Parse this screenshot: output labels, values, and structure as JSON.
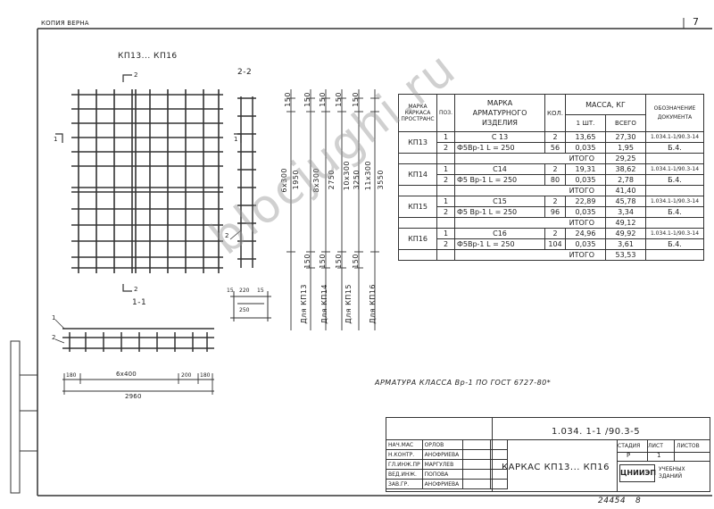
{
  "header": {
    "copy_label": "КОПИЯ ВЕРНА",
    "sheet_number": "7"
  },
  "plan": {
    "title": "КП13... КП16",
    "section_mark_2": "2",
    "section_mark_1": "1"
  },
  "section_11": {
    "title": "1-1",
    "dims": [
      "180",
      "6x400",
      "200",
      "180"
    ],
    "total": "2960",
    "pos1": "1",
    "pos2": "2"
  },
  "section_22": {
    "title": "2-2",
    "pos2": "2",
    "dims_top": [
      "15",
      "220",
      "15"
    ],
    "dim_250": "250"
  },
  "elevation_dims": {
    "top_marks": [
      "150",
      "150",
      "150",
      "150",
      "150"
    ],
    "labels": [
      "6x300",
      "1950",
      "8x300",
      "2750",
      "10x300",
      "3250",
      "11x300",
      "3550"
    ],
    "bottom_marks": [
      "150",
      "150",
      "150",
      "150"
    ],
    "kp_labels": [
      "Для КП13",
      "Для КП14",
      "Для КП15",
      "Для КП16"
    ]
  },
  "spec_table": {
    "headers": {
      "col1": [
        "МАРКА",
        "КАРКАСА",
        "ПРОСТРАНС"
      ],
      "col2": "ПОЗ.",
      "col3": [
        "МАРКА",
        "АРМАТУРНОГО",
        "ИЗДЕЛИЯ"
      ],
      "col4": "КОЛ.",
      "col5": "МАССА, КГ",
      "col5a": "1 ШТ.",
      "col5b": "ВСЕГО",
      "col6": [
        "ОБОЗНАЧЕНИЕ",
        "ДОКУМЕНТА"
      ]
    },
    "groups": [
      {
        "mark": "КП13",
        "rows": [
          {
            "pos": "1",
            "item": "С 13",
            "qty": "2",
            "unit": "13,65",
            "total": "27,30",
            "doc": "1.034.1-1/90.3-14"
          },
          {
            "pos": "2",
            "item": "Ф5Вр-1   L = 250",
            "qty": "56",
            "unit": "0,035",
            "total": "1,95",
            "doc": "Б.4."
          }
        ],
        "itogo_label": "ИТОГО",
        "itogo": "29,25"
      },
      {
        "mark": "КП14",
        "rows": [
          {
            "pos": "1",
            "item": "С14",
            "qty": "2",
            "unit": "19,31",
            "total": "38,62",
            "doc": "1.034.1-1/90.3-14"
          },
          {
            "pos": "2",
            "item": "Ф5 Вр-1   L = 250",
            "qty": "80",
            "unit": "0,035",
            "total": "2,78",
            "doc": "Б.4."
          }
        ],
        "itogo_label": "ИТОГО",
        "itogo": "41,40"
      },
      {
        "mark": "КП15",
        "rows": [
          {
            "pos": "1",
            "item": "С15",
            "qty": "2",
            "unit": "22,89",
            "total": "45,78",
            "doc": "1.034.1-1/90.3-14"
          },
          {
            "pos": "2",
            "item": "Ф5 Вр-1   L = 250",
            "qty": "96",
            "unit": "0,035",
            "total": "3,34",
            "doc": "Б.4."
          }
        ],
        "itogo_label": "ИТОГО",
        "itogo": "49,12"
      },
      {
        "mark": "КП16",
        "rows": [
          {
            "pos": "1",
            "item": "С16",
            "qty": "2",
            "unit": "24,96",
            "total": "49,92",
            "doc": "1.034.1-1/90.3-14"
          },
          {
            "pos": "2",
            "item": "Ф5Вр-1   L = 250",
            "qty": "104",
            "unit": "0,035",
            "total": "3,61",
            "doc": "Б.4."
          }
        ],
        "itogo_label": "ИТОГО",
        "itogo": "53,53"
      }
    ]
  },
  "note": "АРМАТУРА КЛАССА Вр-1  ПО ГОСТ 6727-80*",
  "stamp": {
    "code": "1.034. 1-1 /90.3-5",
    "title": "КАРКАС  КП13... КП16",
    "stage_label": "СТАДИЯ",
    "sheet_label": "ЛИСТ",
    "sheets_label": "ЛИСТОВ",
    "stage": "Р",
    "sheet": "1",
    "sheets": "",
    "org_logo": "ЦНИИЭП",
    "org_text": "УЧЕБНЫХ ЗДАНИЙ",
    "signers": [
      {
        "role": "НАЧ.МАС",
        "name": "ОРЛОВ"
      },
      {
        "role": "Н.КОНТР.",
        "name": "АНОФРИЕВА"
      },
      {
        "role": "ГЛ.ИНЖ.ПР",
        "name": "МАРГУЛЕВ"
      },
      {
        "role": "ВЕД.ИНЖ.",
        "name": "ПОПОВА"
      },
      {
        "role": "ЗАВ.ГР.",
        "name": "АНОФРИЕВА"
      }
    ]
  },
  "footer": {
    "inventory": "24454",
    "page": "8"
  },
  "watermark": "blocjughi.ru"
}
